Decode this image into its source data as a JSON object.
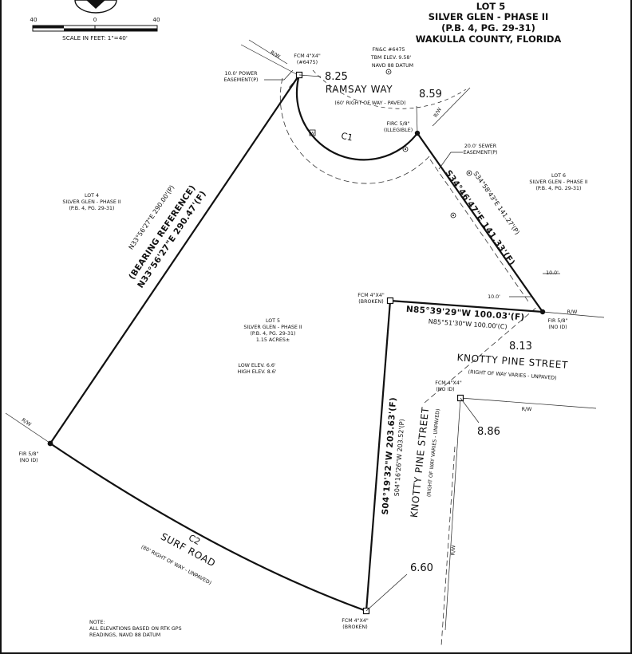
{
  "title": {
    "line1": "LOT 5",
    "line2": "SILVER GLEN - PHASE II",
    "line3": "(P.B. 4, PG. 29-31)",
    "line4": "WAKULLA COUNTY, FLORIDA"
  },
  "scale": {
    "tick_left": "40",
    "tick_mid": "0",
    "tick_right": "40",
    "caption": "SCALE IN FEET: 1\"=40'"
  },
  "benchmark": {
    "line1": "FN&C #6475",
    "line2": "TBM ELEV. 9.58'",
    "line3": "NAVD 88 DATUM"
  },
  "streets": {
    "ramsay_name": "RAMSAY WAY",
    "ramsay_row": "(60' RIGHT OF WAY - PAVED)",
    "knotty_h_name": "KNOTTY PINE STREET",
    "knotty_h_row": "(RIGHT OF WAY VARIES - UNPAVED)",
    "knotty_v_name": "KNOTTY PINE STREET",
    "knotty_v_row": "(RIGHT OF WAY VARIES - UNPAVED)",
    "surf_name": "SURF ROAD",
    "surf_row": "(80' RIGHT OF WAY - UNPAVED)"
  },
  "lots": {
    "lot4": {
      "l1": "LOT 4",
      "l2": "SILVER GLEN - PHASE II",
      "l3": "(P.B. 4, PG. 29-31)"
    },
    "lot6": {
      "l1": "LOT 6",
      "l2": "SILVER GLEN - PHASE II",
      "l3": "(P.B. 4, PG. 29-31)"
    },
    "lot5": {
      "l1": "LOT 5",
      "l2": "SILVER GLEN - PHASE II",
      "l3": "(P.B. 4, PG. 29-31)",
      "l4": "1.15 ACRES±"
    }
  },
  "elevations": {
    "low": "LOW ELEV. 6.6'",
    "high": "HIGH ELEV. 8.6'",
    "spot_825": "8.25",
    "spot_859": "8.59",
    "spot_813": "8.13",
    "spot_886": "8.86",
    "spot_660": "6.60"
  },
  "monuments": {
    "fcm_top": {
      "l1": "FCM 4\"X4\"",
      "l2": "(#6475)"
    },
    "firc": {
      "l1": "FIRC 5/8\"",
      "l2": "(ILLEGIBLE)"
    },
    "fcm_mid": {
      "l1": "FCM 4\"X4\"",
      "l2": "(BROKEN)"
    },
    "fir_right": {
      "l1": "FIR 5/8\"",
      "l2": "(NO ID)"
    },
    "fcm_right": {
      "l1": "FCM 4\"X4\"",
      "l2": "(NO ID)"
    },
    "fir_left": {
      "l1": "FIR 5/8\"",
      "l2": "(NO ID)"
    },
    "fcm_bottom": {
      "l1": "FCM 4\"X4\"",
      "l2": "(BROKEN)"
    }
  },
  "easements": {
    "power": {
      "l1": "10.0' POWER",
      "l2": "EASEMENT(P)"
    },
    "sewer": {
      "l1": "20.0' SEWER",
      "l2": "EASEMENT(P)"
    },
    "dim1": "10.0'",
    "dim2": "10.0'"
  },
  "bearings": {
    "left_p": "N33°56'27\"E 290.00'(P)",
    "left_ref": "(BEARING REFERENCE)",
    "left_f": "N33°56'27\"E 290.47'(F)",
    "ne_p": "S34°58'43\"E 141.27'(P)",
    "ne_f": "S34°46'47\"E 141.33'(F)",
    "top_f": "N85°39'29\"W 100.03'(F)",
    "top_c": "N85°51'30\"W 100.00'(C)",
    "mid_f": "S04°19'32\"W 203.63'(F)",
    "mid_p": "S04°16'26\"W 203.52'(P)"
  },
  "curves": {
    "c1": "C1",
    "c2": "C2"
  },
  "rw_labels": {
    "rw": "R/W"
  },
  "note": {
    "l1": "NOTE:",
    "l2": "ALL ELEVATIONS BASED ON RTK GPS",
    "l3": "READINGS, NAVD 88 DATUM"
  }
}
